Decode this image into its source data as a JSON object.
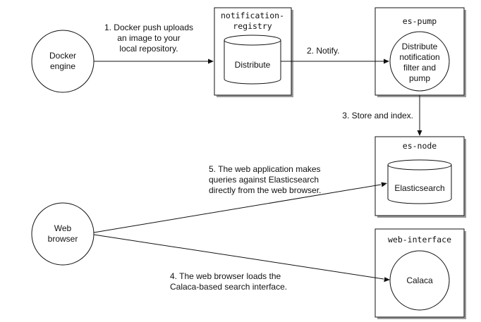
{
  "nodes": {
    "docker_engine": {
      "line1": "Docker",
      "line2": "engine"
    },
    "notification_registry": {
      "title_line1": "notification-",
      "title_line2": "registry",
      "component": "Distribute"
    },
    "es_pump": {
      "title": "es-pump",
      "line1": "Distribute",
      "line2": "notification",
      "line3": "filter and",
      "line4": "pump"
    },
    "es_node": {
      "title": "es-node",
      "component": "Elasticsearch"
    },
    "web_interface": {
      "title": "web-interface",
      "component": "Calaca"
    },
    "web_browser": {
      "line1": "Web",
      "line2": "browser"
    }
  },
  "edges": {
    "push": {
      "line1": "1. Docker push uploads",
      "line2": "an image to your",
      "line3": "local repository."
    },
    "notify": {
      "line1": "2. Notify."
    },
    "store": {
      "line1": "3. Store and index."
    },
    "load": {
      "line1": "4. The web browser loads the",
      "line2": "Calaca-based search interface."
    },
    "query": {
      "line1": "5. The web application makes",
      "line2": "queries against Elasticsearch",
      "line3": "directly from the web browser."
    }
  },
  "style": {
    "line_color": "#111111",
    "shadow_color": "#9a9a9a"
  }
}
